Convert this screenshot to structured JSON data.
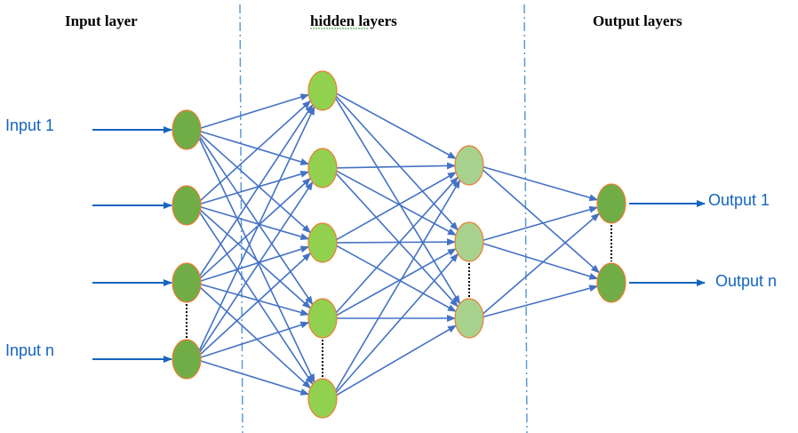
{
  "titles": {
    "input": "Input layer",
    "hidden": "hidden layers",
    "output": "Output layers"
  },
  "io_labels": {
    "input_first": "Input 1",
    "input_last": "Input n",
    "output_first": "Output 1",
    "output_last": "Output n"
  },
  "colors": {
    "input_node": "#70ad47",
    "hidden1_node": "#92d050",
    "hidden2_node": "#a9d18e",
    "output_node": "#70ad47",
    "node_stroke": "#ed7d31",
    "edge": "#4472c4",
    "io_arrow": "#1565c0",
    "divider": "#5b9bd5"
  },
  "network": {
    "layers": [
      {
        "name": "input",
        "nodes": 4,
        "ellipsis_after": 3
      },
      {
        "name": "hidden1",
        "nodes": 5,
        "ellipsis_after": 4
      },
      {
        "name": "hidden2",
        "nodes": 3,
        "ellipsis_after": 2
      },
      {
        "name": "output",
        "nodes": 2,
        "ellipsis_after": 1
      }
    ],
    "fully_connected": true
  }
}
